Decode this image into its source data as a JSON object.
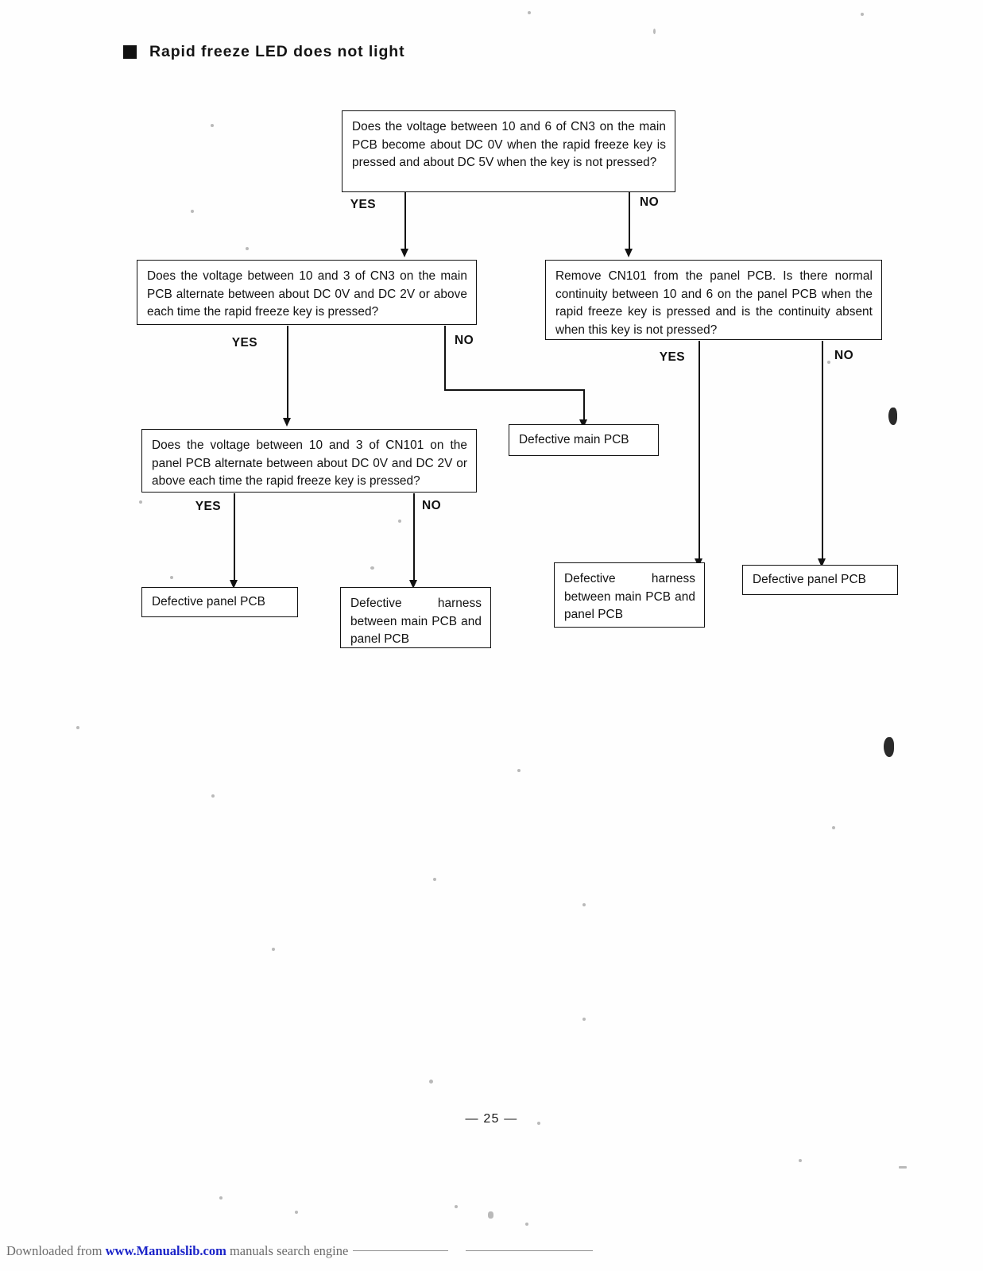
{
  "document": {
    "heading": "Rapid freeze LED does not light",
    "page_number": "— 25 —",
    "watermark": {
      "prefix": "Downloaded from ",
      "link": "www.Manualslib.com",
      "suffix": " manuals search engine"
    }
  },
  "flowchart": {
    "type": "decision-tree",
    "nodes": {
      "q1": {
        "id": "q1",
        "kind": "decision",
        "text": "Does the voltage between 10 and 6 of CN3 on the main PCB become about DC 0V when the rapid freeze key is pressed and about DC 5V when the key is not pressed?"
      },
      "q2": {
        "id": "q2",
        "kind": "decision",
        "text": "Does the voltage between 10 and 3 of CN3 on the main PCB alternate between about DC 0V and DC 2V or above each time the rapid freeze key is pressed?"
      },
      "q3": {
        "id": "q3",
        "kind": "decision",
        "text": "Remove CN101 from the panel PCB. Is there normal continuity between 10 and 6 on the panel PCB when the rapid freeze key is pressed and is the continuity absent when this key is not pressed?"
      },
      "q4": {
        "id": "q4",
        "kind": "decision",
        "text": "Does the voltage between 10 and 3 of CN101 on the panel PCB alternate between about DC 0V and DC 2V or above each time the rapid freeze key is pressed?"
      },
      "r1": {
        "id": "r1",
        "kind": "result",
        "text": "Defective panel PCB"
      },
      "r2": {
        "id": "r2",
        "kind": "result",
        "text": "Defective harness between main PCB and panel PCB"
      },
      "r3": {
        "id": "r3",
        "kind": "result",
        "text": "Defective main PCB"
      },
      "r4": {
        "id": "r4",
        "kind": "result",
        "text": "Defective harness between main PCB and panel PCB"
      },
      "r5": {
        "id": "r5",
        "kind": "result",
        "text": "Defective panel PCB"
      }
    },
    "branches": {
      "q1_yes": "YES",
      "q1_no": "NO",
      "q2_yes": "YES",
      "q2_no": "NO",
      "q3_yes": "YES",
      "q3_no": "NO",
      "q4_yes": "YES",
      "q4_no": "NO"
    }
  },
  "colors": {
    "ink": "#121212",
    "paper": "#ffffff",
    "link": "#1a23c8",
    "watermark_text": "#6b6b6b"
  }
}
